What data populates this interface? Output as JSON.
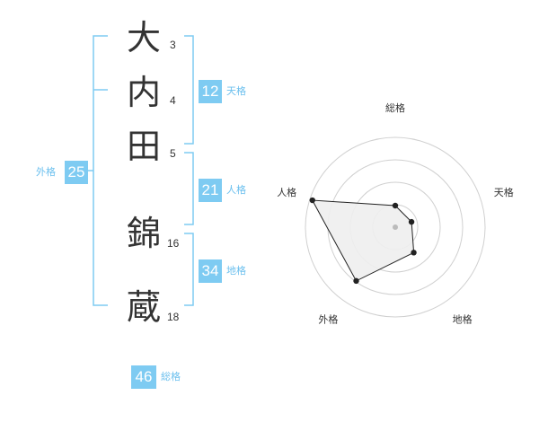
{
  "name": {
    "chars": [
      {
        "char": "大",
        "strokes": "3"
      },
      {
        "char": "内",
        "strokes": "4"
      },
      {
        "char": "田",
        "strokes": "5"
      },
      {
        "char": "錦",
        "strokes": "16"
      },
      {
        "char": "蔵",
        "strokes": "18"
      }
    ]
  },
  "kakusu": {
    "tenkaku": {
      "value": "12",
      "label": "天格"
    },
    "jinkaku": {
      "value": "21",
      "label": "人格"
    },
    "chikaku": {
      "value": "34",
      "label": "地格"
    },
    "gaikaku": {
      "value": "25",
      "label": "外格"
    },
    "soukaku": {
      "value": "46",
      "label": "総格"
    }
  },
  "radar": {
    "axes": [
      "総格",
      "天格",
      "地格",
      "外格",
      "人格"
    ],
    "levels": 4,
    "values": [
      0.24,
      0.19,
      0.35,
      0.74,
      0.97
    ],
    "colors": {
      "grid": "#d0d0d0",
      "fill": "#eeeeee",
      "line": "#222222",
      "center": "#bbbbbb"
    }
  },
  "colors": {
    "bracket": "#7ecbf2",
    "badge": "#7ecbf2"
  }
}
